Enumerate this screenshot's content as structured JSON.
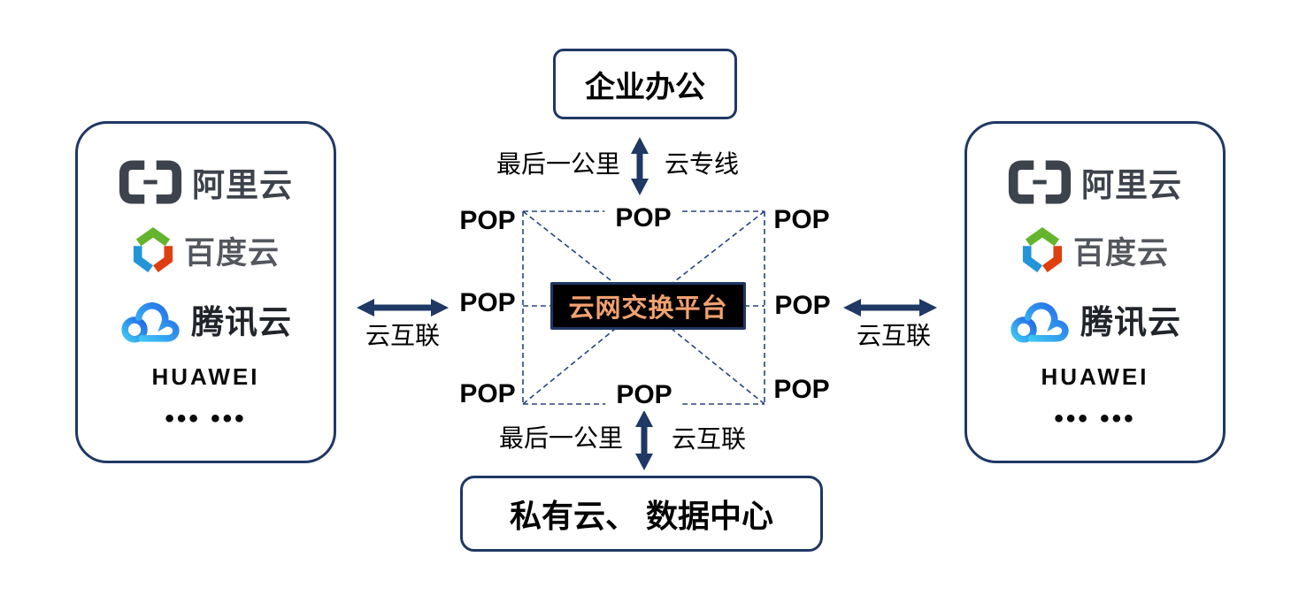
{
  "diagram": {
    "title_hint": "cloud network exchange platform topology",
    "top_node": {
      "label": "企业办公"
    },
    "center_node": {
      "label": "云网交换平台"
    },
    "bottom_node": {
      "label": "私有云、 数据中心"
    },
    "pop_label": "POP",
    "links": {
      "top": {
        "left_label": "最后一公里",
        "right_label": "云专线"
      },
      "bottom": {
        "left_label": "最后一公里",
        "right_label": "云互联"
      },
      "left": {
        "label": "云互联"
      },
      "right": {
        "label": "云互联"
      }
    },
    "providers": {
      "alibaba": "阿里云",
      "baidu": "百度云",
      "tencent": "腾讯云",
      "huawei": "HUAWEI",
      "more": "••• •••"
    },
    "colors": {
      "navy": "#1f3864",
      "dashed_blue": "#26457e",
      "platform_bg": "#000000",
      "platform_text": "#f2a170",
      "alibaba_dark": "#3d434c",
      "baidu_green": "#64b42d",
      "baidu_blue": "#2494d8",
      "baidu_red": "#df3f10",
      "tencent_blue_dark": "#2265e6",
      "tencent_blue_light": "#3fc8f4"
    }
  }
}
